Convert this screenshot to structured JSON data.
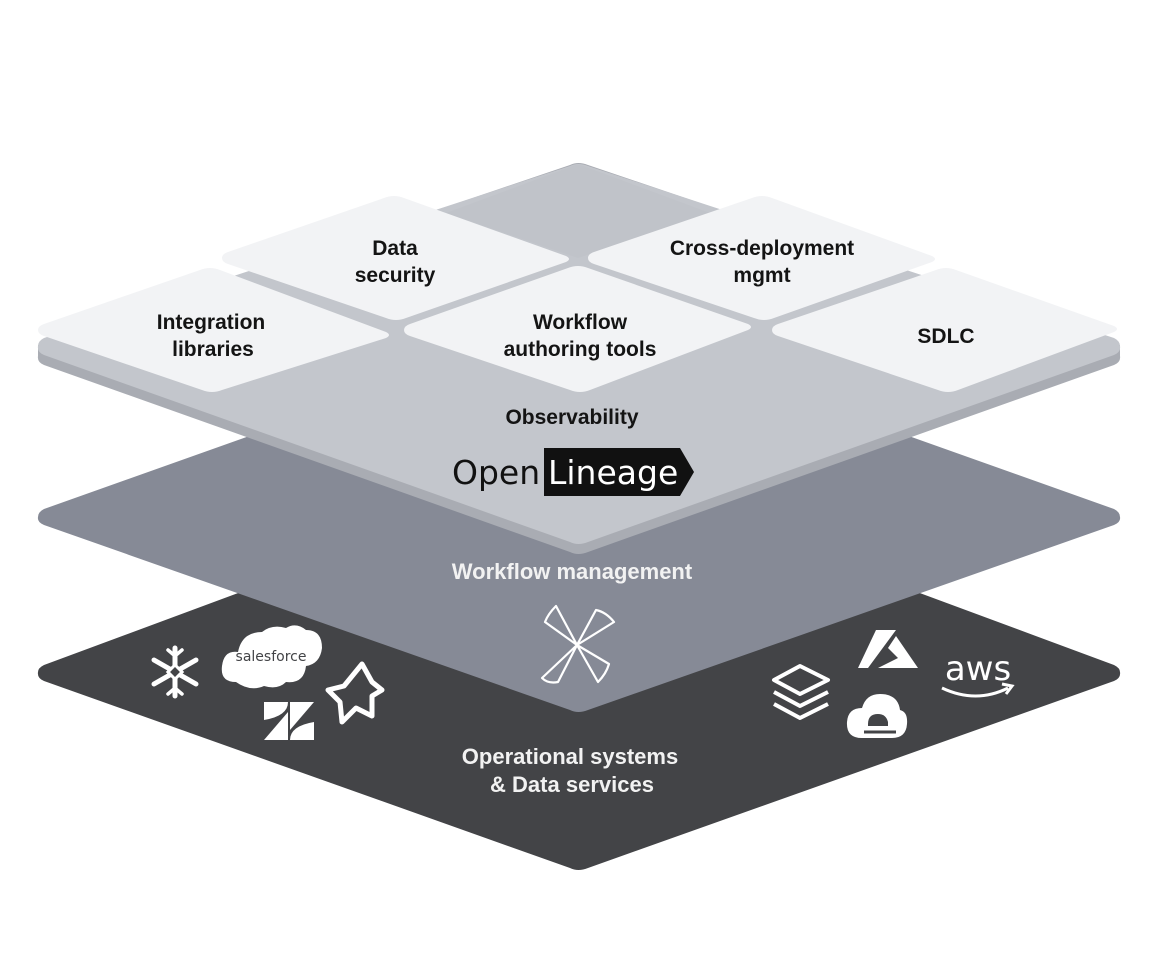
{
  "tiles": {
    "integration_libraries": [
      "Integration",
      "libraries"
    ],
    "data_security": [
      "Data",
      "security"
    ],
    "workflow_authoring_tools": [
      "Workflow",
      "authoring tools"
    ],
    "cross_deployment_mgmt": [
      "Cross-deployment",
      "mgmt"
    ],
    "sdlc": [
      "SDLC"
    ]
  },
  "layers": {
    "observability": "Observability",
    "openlineage": {
      "part1": "Open",
      "part2": "Lineage"
    },
    "workflow_management": "Workflow management",
    "operational": [
      "Operational systems",
      "& Data services"
    ]
  },
  "logos": {
    "salesforce": "salesforce",
    "aws": "aws"
  },
  "colors": {
    "tile": "#f2f3f5",
    "tile_top_gap": "#c6c8cd",
    "observability_layer": "#c3c6cc",
    "observability_shadow": "#a9acb3",
    "workflow_layer": "#868a96",
    "operational_layer": "#434447",
    "icon_white": "#ffffff"
  }
}
